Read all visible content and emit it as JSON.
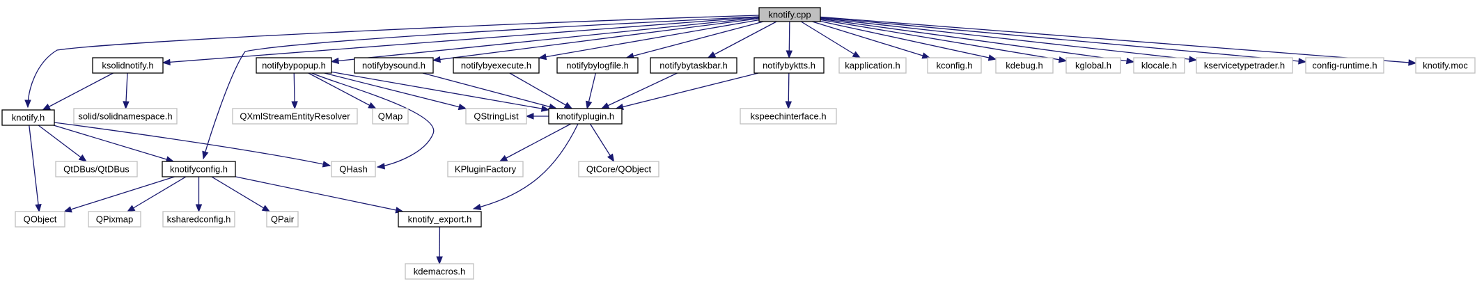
{
  "colors": {
    "root_fill": "#bfbfbf",
    "documented_border": "#000000",
    "external_border": "#bfbfbf",
    "node_fill": "#ffffff",
    "edge": "#191970"
  },
  "nodes": [
    {
      "id": "knotify_cpp",
      "label": "knotify.cpp",
      "kind": "root"
    },
    {
      "id": "ksolidnotify_h",
      "label": "ksolidnotify.h",
      "kind": "documented"
    },
    {
      "id": "notifybypopup_h",
      "label": "notifybypopup.h",
      "kind": "documented"
    },
    {
      "id": "notifybysound_h",
      "label": "notifybysound.h",
      "kind": "documented"
    },
    {
      "id": "notifybyexecute_h",
      "label": "notifybyexecute.h",
      "kind": "documented"
    },
    {
      "id": "notifybylogfile_h",
      "label": "notifybylogfile.h",
      "kind": "documented"
    },
    {
      "id": "notifybytaskbar_h",
      "label": "notifybytaskbar.h",
      "kind": "documented"
    },
    {
      "id": "notifybyktts_h",
      "label": "notifybyktts.h",
      "kind": "documented"
    },
    {
      "id": "kapplication_h",
      "label": "kapplication.h",
      "kind": "external"
    },
    {
      "id": "kconfig_h",
      "label": "kconfig.h",
      "kind": "external"
    },
    {
      "id": "kdebug_h",
      "label": "kdebug.h",
      "kind": "external"
    },
    {
      "id": "kglobal_h",
      "label": "kglobal.h",
      "kind": "external"
    },
    {
      "id": "klocale_h",
      "label": "klocale.h",
      "kind": "external"
    },
    {
      "id": "kservicetypetrader_h",
      "label": "kservicetypetrader.h",
      "kind": "external"
    },
    {
      "id": "config_runtime_h",
      "label": "config-runtime.h",
      "kind": "external"
    },
    {
      "id": "knotify_moc",
      "label": "knotify.moc",
      "kind": "external"
    },
    {
      "id": "knotify_h",
      "label": "knotify.h",
      "kind": "documented"
    },
    {
      "id": "solidnamespace_h",
      "label": "solid/solidnamespace.h",
      "kind": "external"
    },
    {
      "id": "qxmlstream_h",
      "label": "QXmlStreamEntityResolver",
      "kind": "external"
    },
    {
      "id": "qmap",
      "label": "QMap",
      "kind": "external"
    },
    {
      "id": "qstringlist",
      "label": "QStringList",
      "kind": "external"
    },
    {
      "id": "knotifyplugin_h",
      "label": "knotifyplugin.h",
      "kind": "documented"
    },
    {
      "id": "kspeechinterface_h",
      "label": "kspeechinterface.h",
      "kind": "external"
    },
    {
      "id": "qtdbus",
      "label": "QtDBus/QtDBus",
      "kind": "external"
    },
    {
      "id": "knotifyconfig_h",
      "label": "knotifyconfig.h",
      "kind": "documented"
    },
    {
      "id": "qhash",
      "label": "QHash",
      "kind": "external"
    },
    {
      "id": "kpluginfactory",
      "label": "KPluginFactory",
      "kind": "external"
    },
    {
      "id": "qtcore_qobject",
      "label": "QtCore/QObject",
      "kind": "external"
    },
    {
      "id": "qobject",
      "label": "QObject",
      "kind": "external"
    },
    {
      "id": "qpixmap",
      "label": "QPixmap",
      "kind": "external"
    },
    {
      "id": "ksharedconfig_h",
      "label": "ksharedconfig.h",
      "kind": "external"
    },
    {
      "id": "qpair",
      "label": "QPair",
      "kind": "external"
    },
    {
      "id": "knotify_export_h",
      "label": "knotify_export.h",
      "kind": "documented"
    },
    {
      "id": "kdemacros_h",
      "label": "kdemacros.h",
      "kind": "external"
    }
  ],
  "edges": [
    [
      "knotify_cpp",
      "knotify_h"
    ],
    [
      "knotify_cpp",
      "ksolidnotify_h"
    ],
    [
      "knotify_cpp",
      "knotifyconfig_h"
    ],
    [
      "knotify_cpp",
      "notifybypopup_h"
    ],
    [
      "knotify_cpp",
      "notifybysound_h"
    ],
    [
      "knotify_cpp",
      "notifybyexecute_h"
    ],
    [
      "knotify_cpp",
      "notifybylogfile_h"
    ],
    [
      "knotify_cpp",
      "notifybytaskbar_h"
    ],
    [
      "knotify_cpp",
      "notifybyktts_h"
    ],
    [
      "knotify_cpp",
      "kapplication_h"
    ],
    [
      "knotify_cpp",
      "kconfig_h"
    ],
    [
      "knotify_cpp",
      "kdebug_h"
    ],
    [
      "knotify_cpp",
      "kglobal_h"
    ],
    [
      "knotify_cpp",
      "klocale_h"
    ],
    [
      "knotify_cpp",
      "kservicetypetrader_h"
    ],
    [
      "knotify_cpp",
      "config_runtime_h"
    ],
    [
      "knotify_cpp",
      "knotify_moc"
    ],
    [
      "ksolidnotify_h",
      "knotify_h"
    ],
    [
      "ksolidnotify_h",
      "solidnamespace_h"
    ],
    [
      "knotify_h",
      "qtdbus"
    ],
    [
      "knotify_h",
      "qobject"
    ],
    [
      "knotify_h",
      "knotifyconfig_h"
    ],
    [
      "knotify_h",
      "qhash"
    ],
    [
      "notifybypopup_h",
      "qxmlstream_h"
    ],
    [
      "notifybypopup_h",
      "qmap"
    ],
    [
      "notifybypopup_h",
      "qstringlist"
    ],
    [
      "notifybypopup_h",
      "knotifyplugin_h"
    ],
    [
      "notifybypopup_h",
      "qhash"
    ],
    [
      "notifybysound_h",
      "knotifyplugin_h"
    ],
    [
      "notifybyexecute_h",
      "knotifyplugin_h"
    ],
    [
      "notifybylogfile_h",
      "knotifyplugin_h"
    ],
    [
      "notifybytaskbar_h",
      "knotifyplugin_h"
    ],
    [
      "notifybyktts_h",
      "knotifyplugin_h"
    ],
    [
      "notifybyktts_h",
      "kspeechinterface_h"
    ],
    [
      "knotifyplugin_h",
      "qstringlist"
    ],
    [
      "knotifyplugin_h",
      "kpluginfactory"
    ],
    [
      "knotifyplugin_h",
      "qtcore_qobject"
    ],
    [
      "knotifyplugin_h",
      "knotify_export_h"
    ],
    [
      "knotifyconfig_h",
      "qobject"
    ],
    [
      "knotifyconfig_h",
      "qpixmap"
    ],
    [
      "knotifyconfig_h",
      "ksharedconfig_h"
    ],
    [
      "knotifyconfig_h",
      "qpair"
    ],
    [
      "knotifyconfig_h",
      "knotify_export_h"
    ],
    [
      "knotify_export_h",
      "kdemacros_h"
    ]
  ]
}
